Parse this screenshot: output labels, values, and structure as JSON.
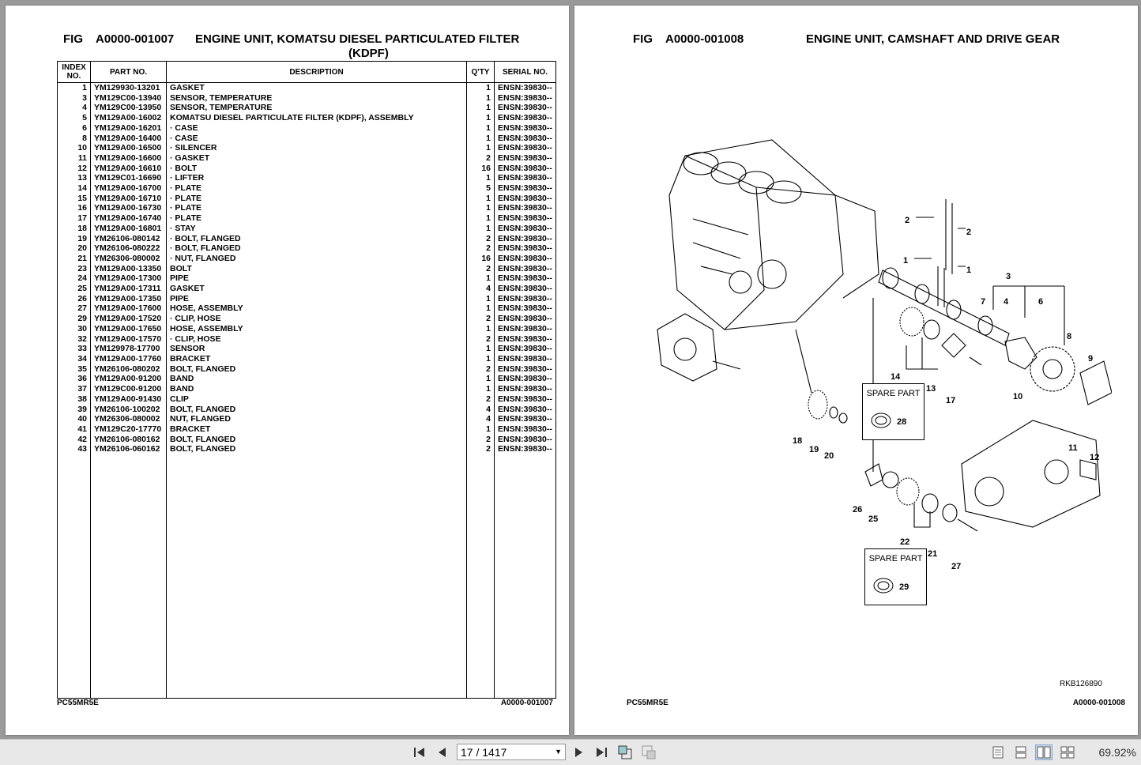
{
  "left_page": {
    "fig_label": "FIG",
    "fig_number": "A0000-001007",
    "title_line1": "ENGINE UNIT, KOMATSU DIESEL PARTICULATED FILTER",
    "title_line2": "(KDPF)",
    "headers": {
      "index_line1": "INDEX",
      "index_line2": "NO.",
      "part": "PART NO.",
      "desc": "DESCRIPTION",
      "qty": "Q'TY",
      "serial": "SERIAL NO."
    },
    "rows": [
      {
        "idx": "1",
        "part": "YM129930-13201",
        "desc": "GASKET",
        "qty": "1",
        "serial": "ENSN:39830--"
      },
      {
        "idx": "3",
        "part": "YM129C00-13940",
        "desc": "SENSOR, TEMPERATURE",
        "qty": "1",
        "serial": "ENSN:39830--"
      },
      {
        "idx": "4",
        "part": "YM129C00-13950",
        "desc": "SENSOR, TEMPERATURE",
        "qty": "1",
        "serial": "ENSN:39830--"
      },
      {
        "idx": "5",
        "part": "YM129A00-16002",
        "desc": "KOMATSU DIESEL PARTICULATE FILTER (KDPF), ASSEMBLY",
        "qty": "1",
        "serial": "ENSN:39830--"
      },
      {
        "idx": "6",
        "part": "YM129A00-16201",
        "desc": "· CASE",
        "qty": "1",
        "serial": "ENSN:39830--"
      },
      {
        "idx": "8",
        "part": "YM129A00-16400",
        "desc": "· CASE",
        "qty": "1",
        "serial": "ENSN:39830--"
      },
      {
        "idx": "10",
        "part": "YM129A00-16500",
        "desc": "· SILENCER",
        "qty": "1",
        "serial": "ENSN:39830--"
      },
      {
        "idx": "11",
        "part": "YM129A00-16600",
        "desc": "· GASKET",
        "qty": "2",
        "serial": "ENSN:39830--"
      },
      {
        "idx": "12",
        "part": "YM129A00-16610",
        "desc": "· BOLT",
        "qty": "16",
        "serial": "ENSN:39830--"
      },
      {
        "idx": "13",
        "part": "YM129C01-16690",
        "desc": "· LIFTER",
        "qty": "1",
        "serial": "ENSN:39830--"
      },
      {
        "idx": "14",
        "part": "YM129A00-16700",
        "desc": "· PLATE",
        "qty": "5",
        "serial": "ENSN:39830--"
      },
      {
        "idx": "15",
        "part": "YM129A00-16710",
        "desc": "· PLATE",
        "qty": "1",
        "serial": "ENSN:39830--"
      },
      {
        "idx": "16",
        "part": "YM129A00-16730",
        "desc": "· PLATE",
        "qty": "1",
        "serial": "ENSN:39830--"
      },
      {
        "idx": "17",
        "part": "YM129A00-16740",
        "desc": "· PLATE",
        "qty": "1",
        "serial": "ENSN:39830--"
      },
      {
        "idx": "18",
        "part": "YM129A00-16801",
        "desc": "· STAY",
        "qty": "1",
        "serial": "ENSN:39830--"
      },
      {
        "idx": "19",
        "part": "YM26106-080142",
        "desc": "· BOLT, FLANGED",
        "qty": "2",
        "serial": "ENSN:39830--"
      },
      {
        "idx": "20",
        "part": "YM26106-080222",
        "desc": "· BOLT, FLANGED",
        "qty": "2",
        "serial": "ENSN:39830--"
      },
      {
        "idx": "21",
        "part": "YM26306-080002",
        "desc": "· NUT, FLANGED",
        "qty": "16",
        "serial": "ENSN:39830--"
      },
      {
        "idx": "23",
        "part": "YM129A00-13350",
        "desc": "BOLT",
        "qty": "2",
        "serial": "ENSN:39830--"
      },
      {
        "idx": "24",
        "part": "YM129A00-17300",
        "desc": "PIPE",
        "qty": "1",
        "serial": "ENSN:39830--"
      },
      {
        "idx": "25",
        "part": "YM129A00-17311",
        "desc": "GASKET",
        "qty": "4",
        "serial": "ENSN:39830--"
      },
      {
        "idx": "26",
        "part": "YM129A00-17350",
        "desc": "PIPE",
        "qty": "1",
        "serial": "ENSN:39830--"
      },
      {
        "idx": "27",
        "part": "YM129A00-17600",
        "desc": "HOSE, ASSEMBLY",
        "qty": "1",
        "serial": "ENSN:39830--"
      },
      {
        "idx": "29",
        "part": "YM129A00-17520",
        "desc": "· CLIP, HOSE",
        "qty": "2",
        "serial": "ENSN:39830--"
      },
      {
        "idx": "30",
        "part": "YM129A00-17650",
        "desc": "HOSE, ASSEMBLY",
        "qty": "1",
        "serial": "ENSN:39830--"
      },
      {
        "idx": "32",
        "part": "YM129A00-17570",
        "desc": "· CLIP, HOSE",
        "qty": "2",
        "serial": "ENSN:39830--"
      },
      {
        "idx": "33",
        "part": "YM129978-17700",
        "desc": "SENSOR",
        "qty": "1",
        "serial": "ENSN:39830--"
      },
      {
        "idx": "34",
        "part": "YM129A00-17760",
        "desc": "BRACKET",
        "qty": "1",
        "serial": "ENSN:39830--"
      },
      {
        "idx": "35",
        "part": "YM26106-080202",
        "desc": "BOLT, FLANGED",
        "qty": "2",
        "serial": "ENSN:39830--"
      },
      {
        "idx": "36",
        "part": "YM129A00-91200",
        "desc": "BAND",
        "qty": "1",
        "serial": "ENSN:39830--"
      },
      {
        "idx": "37",
        "part": "YM129C00-91200",
        "desc": "BAND",
        "qty": "1",
        "serial": "ENSN:39830--"
      },
      {
        "idx": "38",
        "part": "YM129A00-91430",
        "desc": "CLIP",
        "qty": "2",
        "serial": "ENSN:39830--"
      },
      {
        "idx": "39",
        "part": "YM26106-100202",
        "desc": "BOLT, FLANGED",
        "qty": "4",
        "serial": "ENSN:39830--"
      },
      {
        "idx": "40",
        "part": "YM26306-080002",
        "desc": "NUT, FLANGED",
        "qty": "4",
        "serial": "ENSN:39830--"
      },
      {
        "idx": "41",
        "part": "YM129C20-17770",
        "desc": "BRACKET",
        "qty": "1",
        "serial": "ENSN:39830--"
      },
      {
        "idx": "42",
        "part": "YM26106-080162",
        "desc": "BOLT, FLANGED",
        "qty": "2",
        "serial": "ENSN:39830--"
      },
      {
        "idx": "43",
        "part": "YM26106-060162",
        "desc": "BOLT, FLANGED",
        "qty": "2",
        "serial": "ENSN:39830--"
      }
    ],
    "footer_left": "PC55MR5E",
    "footer_right": "A0000-001007"
  },
  "right_page": {
    "fig_label": "FIG",
    "fig_number": "A0000-001008",
    "title": "ENGINE UNIT, CAMSHAFT AND DRIVE GEAR",
    "spare_part_label": "SPARE PART",
    "spare_part_1": "28",
    "spare_part_2": "29",
    "reference": "RKB126890",
    "footer_left": "PC55MR5E",
    "footer_right": "A0000-001008",
    "callouts": [
      "1",
      "1",
      "2",
      "2",
      "3",
      "4",
      "6",
      "7",
      "8",
      "9",
      "10",
      "11",
      "12",
      "13",
      "14",
      "17",
      "18",
      "19",
      "20",
      "21",
      "22",
      "25",
      "26",
      "27"
    ]
  },
  "toolbar": {
    "page_indicator": "17 / 1417",
    "zoom": "69.92%"
  }
}
